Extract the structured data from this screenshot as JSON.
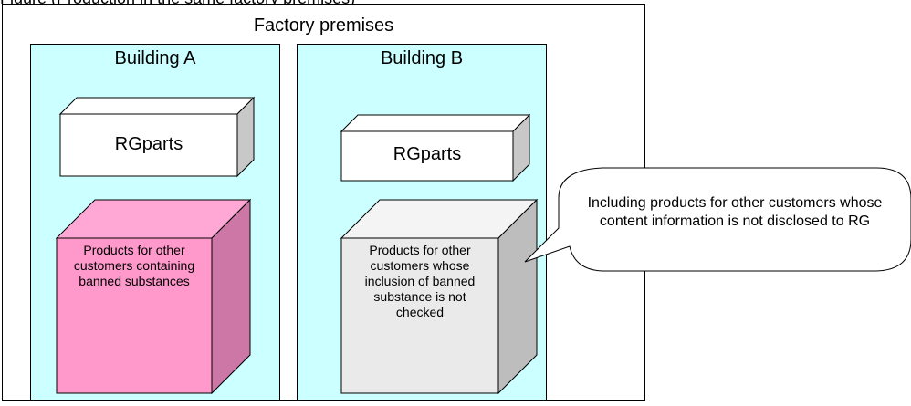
{
  "top_line": "Figure (Production in the same factory premises)",
  "premises": {
    "title": "Factory premises"
  },
  "building_a": {
    "title": "Building A",
    "rgparts_label": "RGparts",
    "product_label": "Products for other customers containing banned substances",
    "product_color": "#ff99cc"
  },
  "building_b": {
    "title": "Building B",
    "rgparts_label": "RGparts",
    "product_label": "Products for other customers whose inclusion of banned substance is not checked",
    "product_color": "#eaeaea"
  },
  "callout": {
    "text": "Including products for other customers whose content information is not disclosed to RG"
  },
  "colors": {
    "building_fill": "#ccffff",
    "box_front": "#ffffff",
    "box_side": "#c8c8c8",
    "box_top": "#ffffff"
  }
}
